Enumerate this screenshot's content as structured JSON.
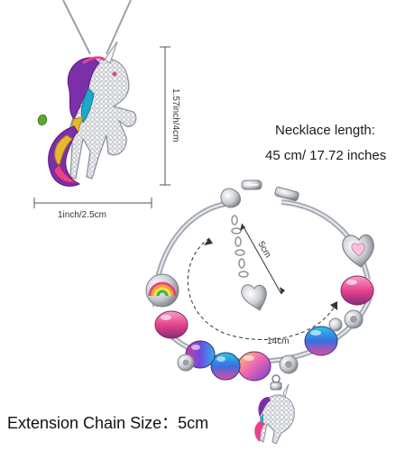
{
  "necklace": {
    "length_title": "Necklace length:",
    "length_value": "45 cm/ 17.72 inches",
    "height_dimension": "1.57inch/4cm",
    "width_dimension": "1inch/2.5cm"
  },
  "bracelet": {
    "inner_dimension": "5cm",
    "diameter_dimension": "14cm",
    "extension_label": "Extension Chain Size：5cm"
  },
  "colors": {
    "purple": "#7b2fa8",
    "pink": "#e8428c",
    "teal": "#1fa7c9",
    "yellow": "#e6b92e",
    "green": "#59a832",
    "silver": "#c9ccd1"
  },
  "icons": [
    "unicorn-pendant-icon",
    "heart-charm-icon",
    "rainbow-charm-icon",
    "flower-bead-icon",
    "unicorn-dangle-charm-icon"
  ]
}
